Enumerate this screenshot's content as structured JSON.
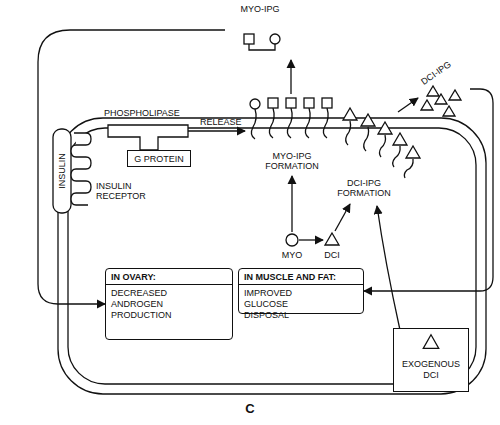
{
  "diagram": {
    "caption": "C",
    "nodes": [
      {
        "text": [
          "MYO-IPG"
        ]
      },
      {
        "text": [
          "DCI-IPG"
        ]
      },
      {
        "text": [
          "PHOSPHOLIPASE"
        ]
      },
      {
        "text": [
          "G PROTEIN"
        ]
      },
      {
        "text": [
          "INSULIN",
          "INSULIN RECEPTOR"
        ]
      },
      {
        "text": [
          "IN OVARY:",
          "DECREASED ANDROGEN PRODUCTION"
        ]
      },
      {
        "text": [
          "IN MUSCLE AND FAT:",
          "IMPROVED GLUCOSE DISPOSAL"
        ]
      },
      {
        "text": [
          "EXOGENOUS DCI"
        ]
      }
    ],
    "edges": [
      {
        "from": 0,
        "to": 5,
        "arrow": "to"
      },
      {
        "from": 1,
        "to": 6,
        "arrow": "to"
      }
    ],
    "labels": [
      "RELEASE",
      "MYO-IPG FORMATION",
      "DCI-IPG FORMATION",
      "MYO",
      "DCI"
    ]
  }
}
